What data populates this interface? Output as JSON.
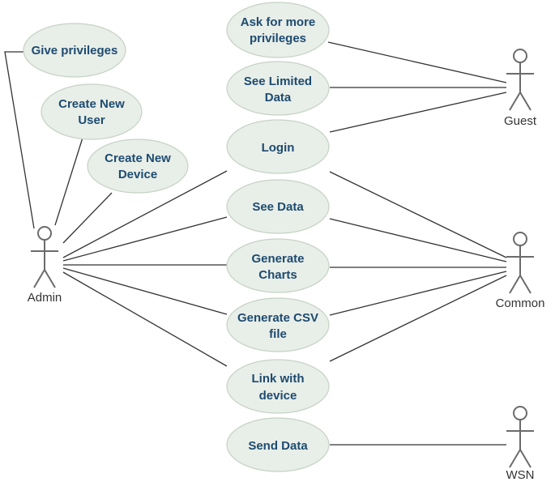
{
  "actors": {
    "admin": "Admin",
    "guest": "Guest",
    "common": "Common",
    "wsn": "WSN"
  },
  "use_cases": {
    "give_privileges": [
      "Give privileges"
    ],
    "create_new_user": [
      "Create New",
      "User"
    ],
    "create_new_device": [
      "Create New",
      "Device"
    ],
    "ask_more_privileges": [
      "Ask for more",
      "privileges"
    ],
    "see_limited_data": [
      "See Limited",
      "Data"
    ],
    "login": [
      "Login"
    ],
    "see_data": [
      "See Data"
    ],
    "generate_charts": [
      "Generate",
      "Charts"
    ],
    "generate_csv": [
      "Generate CSV",
      "file"
    ],
    "link_with_device": [
      "Link with",
      "device"
    ],
    "send_data": [
      "Send Data"
    ]
  },
  "associations": [
    [
      "admin",
      "give_privileges"
    ],
    [
      "admin",
      "create_new_user"
    ],
    [
      "admin",
      "create_new_device"
    ],
    [
      "admin",
      "login"
    ],
    [
      "admin",
      "see_data"
    ],
    [
      "admin",
      "generate_charts"
    ],
    [
      "admin",
      "generate_csv"
    ],
    [
      "admin",
      "link_with_device"
    ],
    [
      "guest",
      "ask_more_privileges"
    ],
    [
      "guest",
      "see_limited_data"
    ],
    [
      "guest",
      "login"
    ],
    [
      "common",
      "login"
    ],
    [
      "common",
      "see_data"
    ],
    [
      "common",
      "generate_charts"
    ],
    [
      "common",
      "generate_csv"
    ],
    [
      "common",
      "link_with_device"
    ],
    [
      "wsn",
      "send_data"
    ]
  ],
  "colors": {
    "ellipse_fill": "#e8eee8",
    "ellipse_stroke": "#c6d2c6",
    "use_case_text": "#1d4b70",
    "actor": "#6b6b6b",
    "line": "#333333"
  }
}
